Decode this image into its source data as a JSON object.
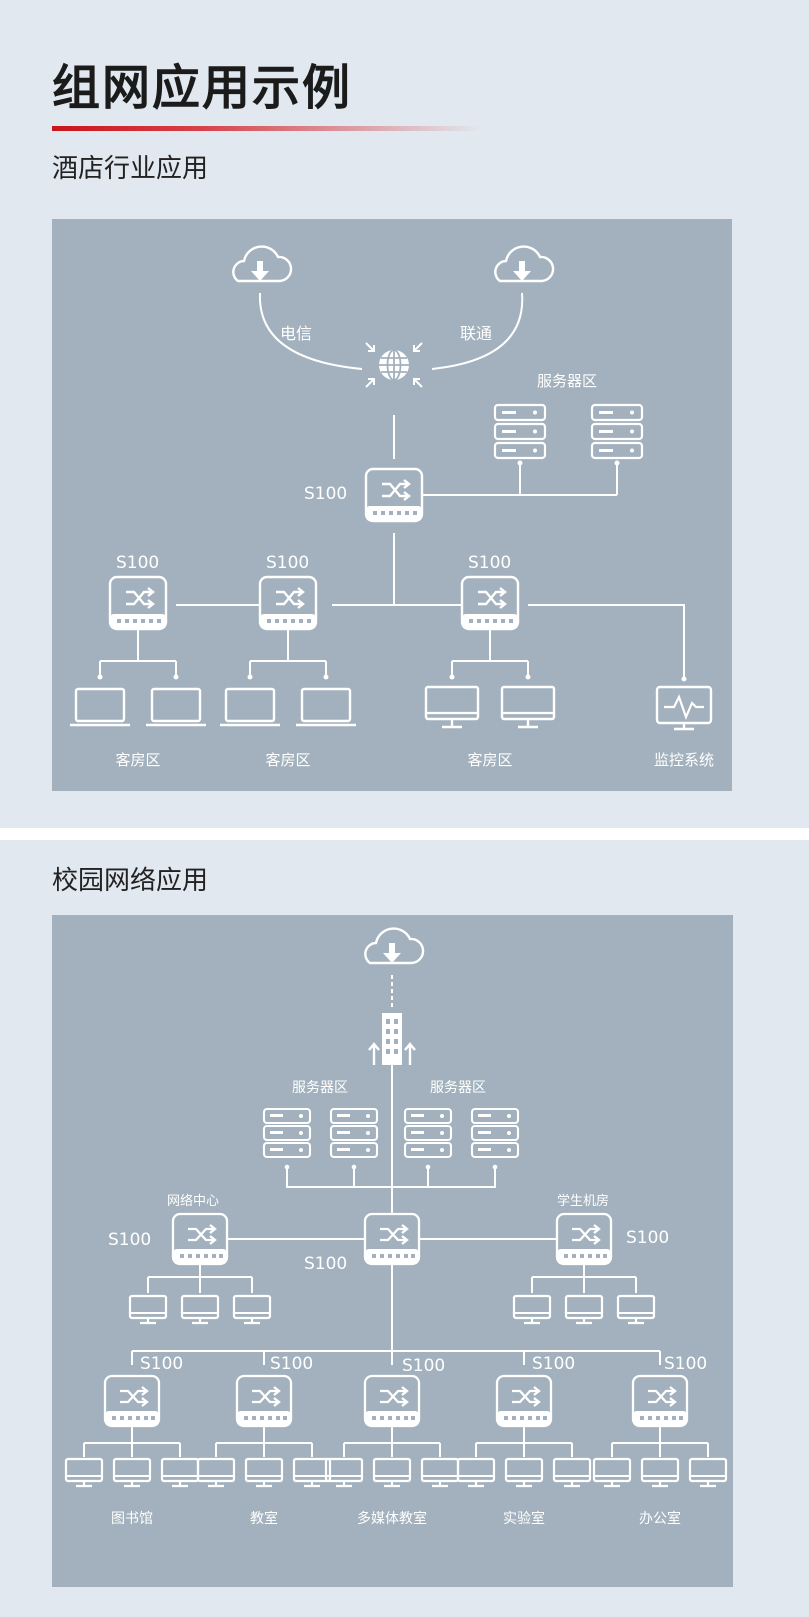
{
  "page": {
    "title": "组网应用示例"
  },
  "hotel": {
    "section_title": "酒店行业应用",
    "isp_left": "电信",
    "isp_right": "联通",
    "server_area": "服务器区",
    "core_switch": "S100",
    "switch_a": "S100",
    "switch_b": "S100",
    "switch_c": "S100",
    "zone_a": "客房区",
    "zone_b": "客房区",
    "zone_c": "客房区",
    "monitor": "监控系统"
  },
  "campus": {
    "section_title": "校园网络应用",
    "server_area_left": "服务器区",
    "server_area_right": "服务器区",
    "network_center": "网络中心",
    "student_lab": "学生机房",
    "left_switch": "S100",
    "core_switch": "S100",
    "right_switch": "S100",
    "access_switches": [
      "S100",
      "S100",
      "S100",
      "S100",
      "S100"
    ],
    "zones": [
      "图书馆",
      "教室",
      "多媒体教室",
      "实验室",
      "办公室"
    ]
  }
}
